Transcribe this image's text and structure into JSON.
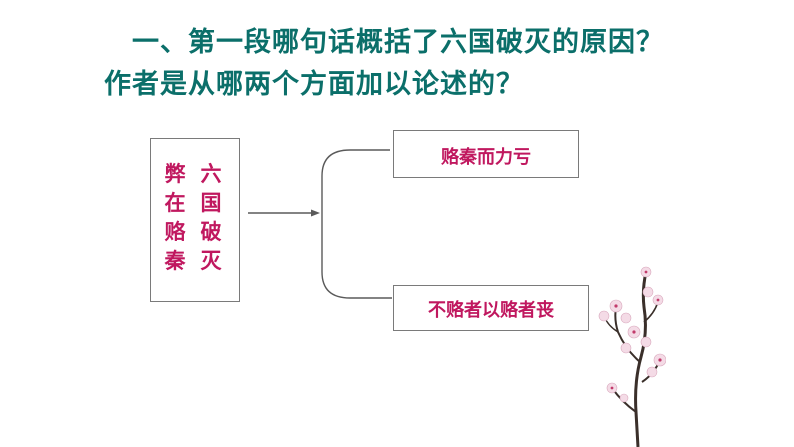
{
  "question": {
    "line1": "一、第一段哪句话概括了六国破灭的原因？",
    "line2": "作者是从哪两个方面加以论述的？"
  },
  "diagram": {
    "left_box": {
      "col_left": "弊在赂秦",
      "col_right": "六国破灭"
    },
    "top_box": "赂秦而力亏",
    "bottom_box": "不赂者以赂者丧"
  },
  "colors": {
    "question_text": "#0b6f6a",
    "box_text": "#c0185f",
    "border": "#7a7a7a"
  },
  "decoration": {
    "icon": "plum-blossom-branch-icon"
  }
}
